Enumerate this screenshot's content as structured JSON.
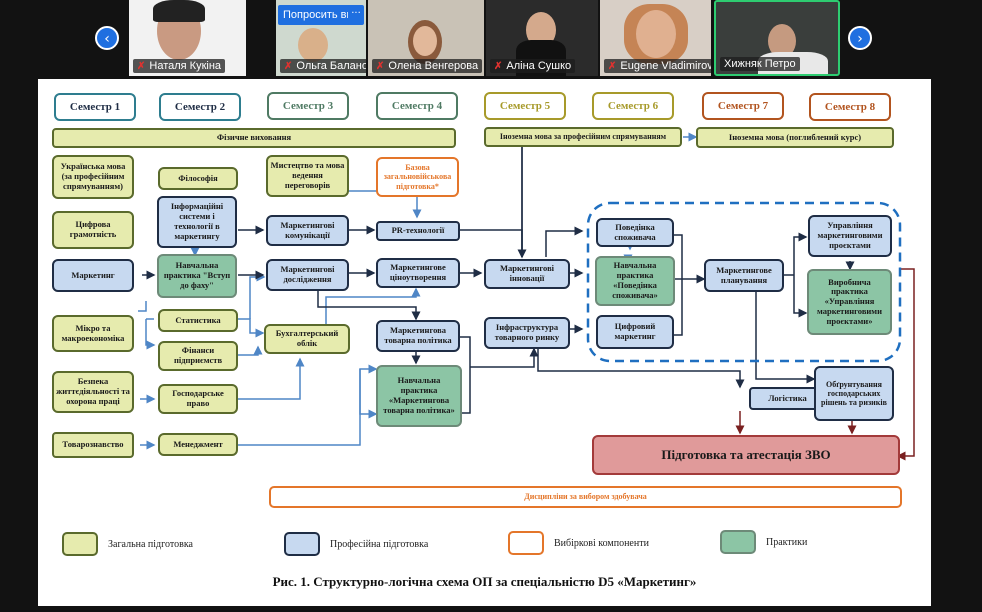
{
  "meeting": {
    "participants": [
      {
        "name": "Наталя Кукіна",
        "muted": true
      },
      {
        "name": "Ольга Балановская",
        "muted": true
      },
      {
        "name": "Олена Венгерова",
        "muted": true
      },
      {
        "name": "Аліна Сушко",
        "muted": true
      },
      {
        "name": "Eugene Vladimirov",
        "muted": true
      },
      {
        "name": "Хижняк Петро",
        "muted": false,
        "active_speaker": true
      }
    ],
    "request_button": "Попросить вкл",
    "more_button": "···",
    "prev_icon": "‹",
    "next_icon": "›",
    "mute_icon": "✗"
  },
  "diagram": {
    "semesters": [
      "Семестр 1",
      "Семестр 2",
      "Семестр 3",
      "Семестр 4",
      "Семестр 5",
      "Семестр 6",
      "Семестр 7",
      "Семестр 8"
    ],
    "semester_colors": [
      "#2e7d8f",
      "#2e7d8f",
      "#4f7a63",
      "#4f7a63",
      "#a79a2a",
      "#a79a2a",
      "#b2541f",
      "#b2541f"
    ],
    "bars": {
      "pe": "Фізичне виховання",
      "foreign_prof": "Іноземна мова за професійним спрямуванням",
      "foreign_adv": "Іноземна мова (поглиблений курс)",
      "electives": "Дисципліни за вибором здобувача"
    },
    "courses": {
      "ukr": "Українська мова (за професійним спрямуванням)",
      "phil": "Філософія",
      "art": "Мистецтво та мова ведення переговорів",
      "military": "Базова загальновійськова підготовка*",
      "digital": "Цифрова грамотність",
      "infosys": "Інформаційні системи і технології в маркетингу",
      "mcomm": "Маркетингові комунікації",
      "pr": "PR-технології",
      "marketing": "Маркетинг",
      "intro_prac": "Навчальна практика \"Вступ до фаху\"",
      "mresearch": "Маркетингові дослідження",
      "pricing": "Маркетингове ціноутворення",
      "innov": "Маркетингові інновації",
      "micro": "Мікро та макроекономіка",
      "stat": "Статистика",
      "finance": "Фінанси підприємств",
      "account": "Бухгалтерський облік",
      "product": "Маркетингова товарна політика",
      "infra": "Інфраструктура товарного ринку",
      "safety": "Безпека життєдіяльності та охорона праці",
      "law": "Господарське право",
      "product_prac": "Навчальна практика «Маркетингова товарна політика»",
      "commodity": "Товарознавство",
      "mgmt": "Менеджмент",
      "consumer": "Поведінка споживача",
      "consumer_prac": "Навчальна практика «Поведінка споживача»",
      "digital_mkt": "Цифровий маркетинг",
      "planning": "Маркетингове планування",
      "projects": "Управління маркетинговими проєктами",
      "projects_prac": "Виробнича практика «Управління маркетинговими проєктами»",
      "logistics": "Логістика",
      "decisions": "Обґрунтування господарських рішень та ризиків",
      "final": "Підготовка та атестація ЗВО"
    },
    "legend": [
      {
        "label": "Загальна підготовка",
        "type": "gen"
      },
      {
        "label": "Професійна підготовка",
        "type": "pro"
      },
      {
        "label": "Вибіркові компоненти",
        "type": "opt"
      },
      {
        "label": "Практики",
        "type": "prac"
      }
    ],
    "caption": "Рис. 1. Структурно-логічна схема ОП за спеціальністю D5 «Маркетинг»"
  },
  "colors": {
    "general": "#e6ebae",
    "professional": "#c7d9f0",
    "elective": "#e4762a",
    "practice": "#8cc5a5",
    "final": "#e09a9a",
    "accent_blue": "#1f6fe0",
    "active_speaker": "#2ecc71"
  }
}
